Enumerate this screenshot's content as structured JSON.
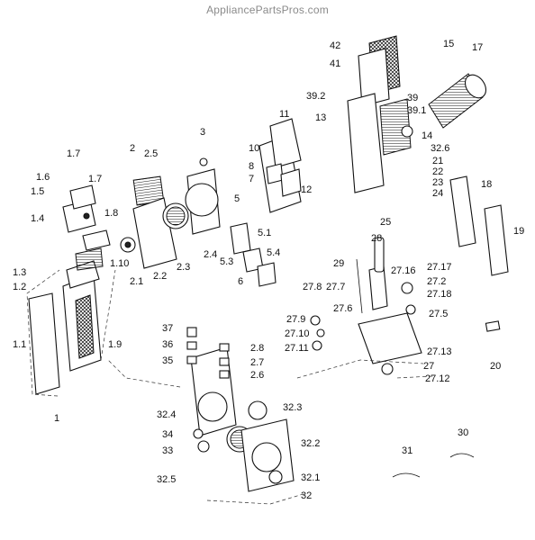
{
  "watermark": "AppliancePartsPros.com",
  "labels": [
    {
      "id": "1",
      "text": "1"
    },
    {
      "id": "1.1",
      "text": "1.1"
    },
    {
      "id": "1.2",
      "text": "1.2"
    },
    {
      "id": "1.3",
      "text": "1.3"
    },
    {
      "id": "1.4",
      "text": "1.4"
    },
    {
      "id": "1.5",
      "text": "1.5"
    },
    {
      "id": "1.6",
      "text": "1.6"
    },
    {
      "id": "1.7a",
      "text": "1.7"
    },
    {
      "id": "1.7b",
      "text": "1.7"
    },
    {
      "id": "1.8",
      "text": "1.8"
    },
    {
      "id": "1.9",
      "text": "1.9"
    },
    {
      "id": "1.10",
      "text": "1.10"
    },
    {
      "id": "2",
      "text": "2"
    },
    {
      "id": "2.1",
      "text": "2.1"
    },
    {
      "id": "2.2",
      "text": "2.2"
    },
    {
      "id": "2.3",
      "text": "2.3"
    },
    {
      "id": "2.4",
      "text": "2.4"
    },
    {
      "id": "2.5",
      "text": "2.5"
    },
    {
      "id": "2.6",
      "text": "2.6"
    },
    {
      "id": "2.7",
      "text": "2.7"
    },
    {
      "id": "2.8",
      "text": "2.8"
    },
    {
      "id": "3",
      "text": "3"
    },
    {
      "id": "5",
      "text": "5"
    },
    {
      "id": "5.1",
      "text": "5.1"
    },
    {
      "id": "5.3",
      "text": "5.3"
    },
    {
      "id": "5.4",
      "text": "5.4"
    },
    {
      "id": "6",
      "text": "6"
    },
    {
      "id": "7",
      "text": "7"
    },
    {
      "id": "8",
      "text": "8"
    },
    {
      "id": "10",
      "text": "10"
    },
    {
      "id": "11",
      "text": "11"
    },
    {
      "id": "12",
      "text": "12"
    },
    {
      "id": "13",
      "text": "13"
    },
    {
      "id": "14",
      "text": "14"
    },
    {
      "id": "15",
      "text": "15"
    },
    {
      "id": "17",
      "text": "17"
    },
    {
      "id": "18",
      "text": "18"
    },
    {
      "id": "19",
      "text": "19"
    },
    {
      "id": "20",
      "text": "20"
    },
    {
      "id": "21",
      "text": "21"
    },
    {
      "id": "22",
      "text": "22"
    },
    {
      "id": "23",
      "text": "23"
    },
    {
      "id": "24",
      "text": "24"
    },
    {
      "id": "25",
      "text": "25"
    },
    {
      "id": "27",
      "text": "27"
    },
    {
      "id": "27.2",
      "text": "27.2"
    },
    {
      "id": "27.5",
      "text": "27.5"
    },
    {
      "id": "27.6",
      "text": "27.6"
    },
    {
      "id": "27.7",
      "text": "27.7"
    },
    {
      "id": "27.8",
      "text": "27.8"
    },
    {
      "id": "27.9",
      "text": "27.9"
    },
    {
      "id": "27.10",
      "text": "27.10"
    },
    {
      "id": "27.11",
      "text": "27.11"
    },
    {
      "id": "27.12",
      "text": "27.12"
    },
    {
      "id": "27.13",
      "text": "27.13"
    },
    {
      "id": "27.16",
      "text": "27.16"
    },
    {
      "id": "27.17",
      "text": "27.17"
    },
    {
      "id": "27.18",
      "text": "27.18"
    },
    {
      "id": "28",
      "text": "28"
    },
    {
      "id": "29",
      "text": "29"
    },
    {
      "id": "30",
      "text": "30"
    },
    {
      "id": "31",
      "text": "31"
    },
    {
      "id": "32",
      "text": "32"
    },
    {
      "id": "32.1",
      "text": "32.1"
    },
    {
      "id": "32.2",
      "text": "32.2"
    },
    {
      "id": "32.3",
      "text": "32.3"
    },
    {
      "id": "32.4",
      "text": "32.4"
    },
    {
      "id": "32.5",
      "text": "32.5"
    },
    {
      "id": "32.6",
      "text": "32.6"
    },
    {
      "id": "33",
      "text": "33"
    },
    {
      "id": "34",
      "text": "34"
    },
    {
      "id": "35",
      "text": "35"
    },
    {
      "id": "36",
      "text": "36"
    },
    {
      "id": "37",
      "text": "37"
    },
    {
      "id": "39",
      "text": "39"
    },
    {
      "id": "39.1",
      "text": "39.1"
    },
    {
      "id": "39.2",
      "text": "39.2"
    },
    {
      "id": "41",
      "text": "41"
    },
    {
      "id": "42",
      "text": "42"
    }
  ]
}
